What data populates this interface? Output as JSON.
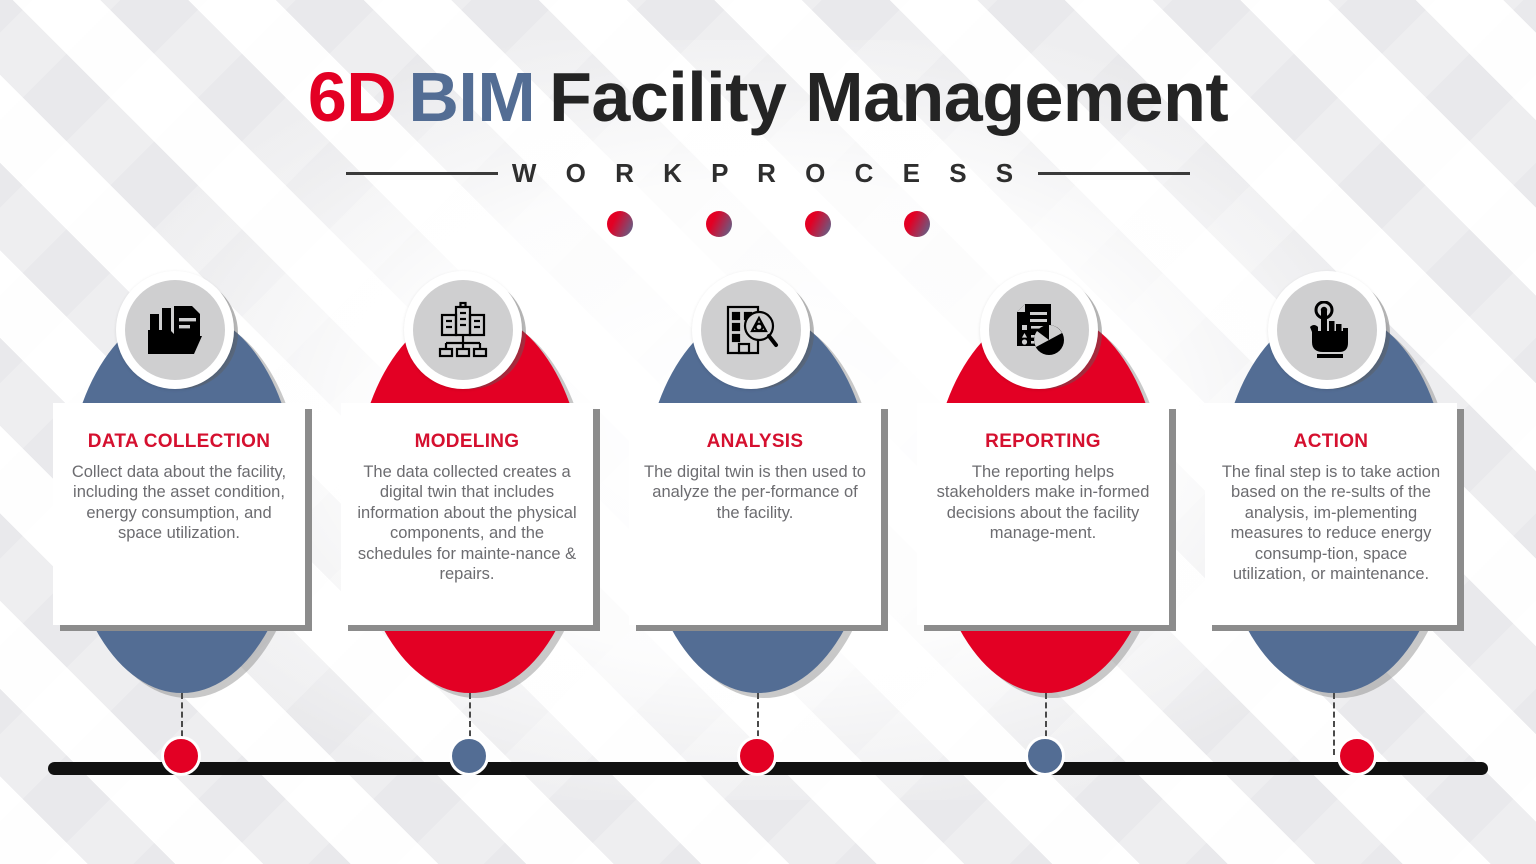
{
  "header": {
    "title_part1": "6D",
    "title_part2": "BIM",
    "title_part3": "Facility Management",
    "subtitle": "W O R K   P R O C E S S"
  },
  "colors": {
    "red": "#E30024",
    "blue": "#536D94",
    "title_red": "#D5102F",
    "dark": "#242424",
    "body_text": "#6C6C70",
    "bar": "#111111",
    "badge_gray": "#CFCFD0"
  },
  "decorative_dots": [
    {
      "name": "gradient-dot-1"
    },
    {
      "name": "gradient-dot-2"
    },
    {
      "name": "gradient-dot-3"
    },
    {
      "name": "gradient-dot-4"
    }
  ],
  "steps": [
    {
      "title": "DATA COLLECTION",
      "body": "Collect data about the facility, including the asset condition, energy consumption, and space utilization.",
      "accent": "blue",
      "icon": "folder-documents-icon",
      "node_color": "red"
    },
    {
      "title": "MODELING",
      "body": "The data collected creates a digital twin that includes information about the physical components, and the schedules for mainte-nance & repairs.",
      "accent": "red",
      "icon": "buildings-hierarchy-icon",
      "node_color": "blue"
    },
    {
      "title": "ANALYSIS",
      "body": "The digital twin is then used to analyze the per-formance of the facility.",
      "accent": "blue",
      "icon": "building-magnifier-icon",
      "node_color": "red"
    },
    {
      "title": "REPORTING",
      "body": "The reporting helps stakeholders make in-formed decisions about the facility manage-ment.",
      "accent": "red",
      "icon": "report-piechart-icon",
      "node_color": "blue"
    },
    {
      "title": "ACTION",
      "body": "The final step is to take action based on the re-sults of the analysis, im-plementing measures to reduce energy consump-tion, space utilization, or maintenance.",
      "accent": "blue",
      "icon": "hand-tap-icon",
      "node_color": "red"
    }
  ]
}
